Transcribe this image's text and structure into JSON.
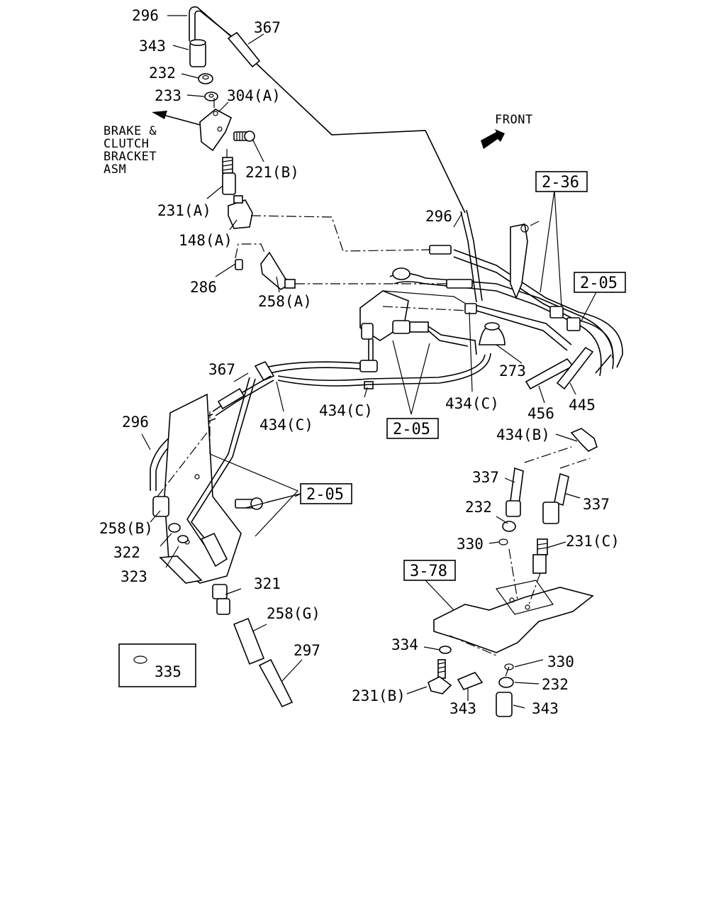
{
  "note": {
    "front": "FRONT",
    "bracket": [
      "BRAKE &",
      "CLUTCH",
      "BRACKET",
      "ASM"
    ]
  },
  "labels": {
    "l296_top": "296",
    "l367_top": "367",
    "l343_top": "343",
    "l232_top": "232",
    "l233": "233",
    "l304a": "304(A)",
    "l221b": "221(B)",
    "l231a": "231(A)",
    "l148a": "148(A)",
    "l286": "286",
    "l258a": "258(A)",
    "l296_mid": "296",
    "l273": "273",
    "l434c_right": "434(C)",
    "l456": "456",
    "l445": "445",
    "l367_mid": "367",
    "l434c_mid": "434(C)",
    "l434c_left": "434(C)",
    "l296_left": "296",
    "l258b": "258(B)",
    "l322": "322",
    "l323": "323",
    "l321": "321",
    "l258g": "258(G)",
    "l297": "297",
    "l335": "335",
    "l434b": "434(B)",
    "l337_left": "337",
    "l337_right": "337",
    "l232_mid": "232",
    "l330_top": "330",
    "l231c": "231(C)",
    "l334": "334",
    "l330_bot": "330",
    "l231b": "231(B)",
    "l343_mid": "343",
    "l232_bot": "232",
    "l343_bot": "343"
  },
  "refs": {
    "r236": "2-36",
    "r205_top": "2-05",
    "r205_mid": "2-05",
    "r205_left": "2-05",
    "r378": "3-78"
  }
}
